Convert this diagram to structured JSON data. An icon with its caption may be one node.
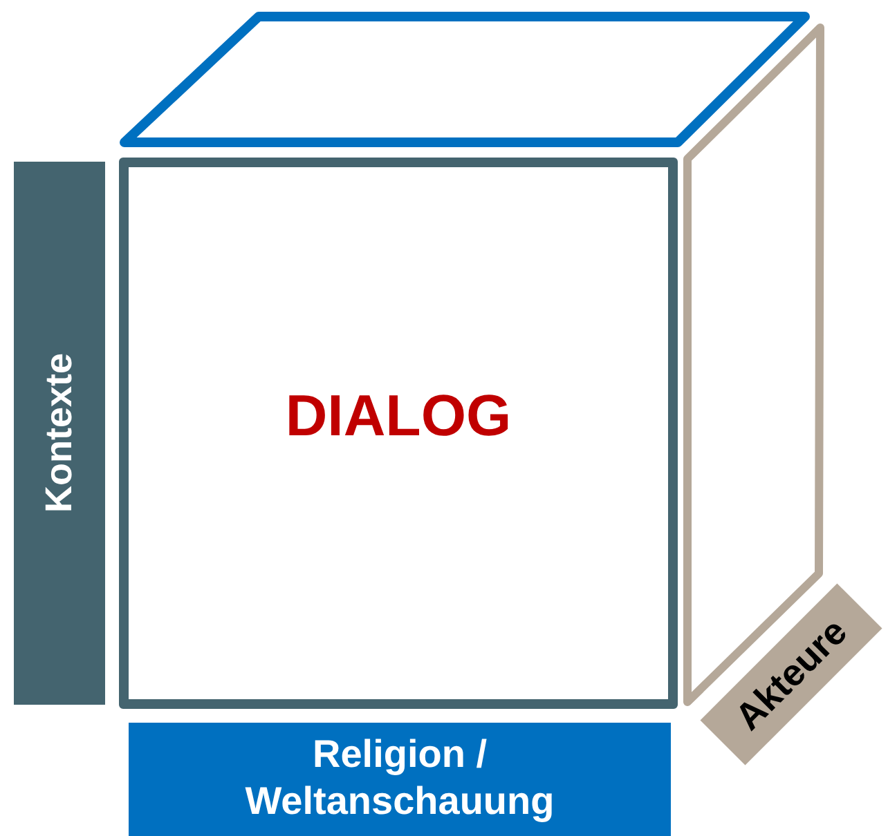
{
  "diagram": {
    "nodes": [
      {
        "text": [],
        "shape": "parallelogram"
      },
      {
        "text": [],
        "shape": "parallelogram"
      },
      {
        "text": [
          "Kontexte"
        ]
      },
      {
        "text": [
          "DIALOG"
        ]
      },
      {
        "text": [
          "Akteure"
        ]
      },
      {
        "text": [
          "Religion / Weltanschauung"
        ]
      }
    ]
  }
}
